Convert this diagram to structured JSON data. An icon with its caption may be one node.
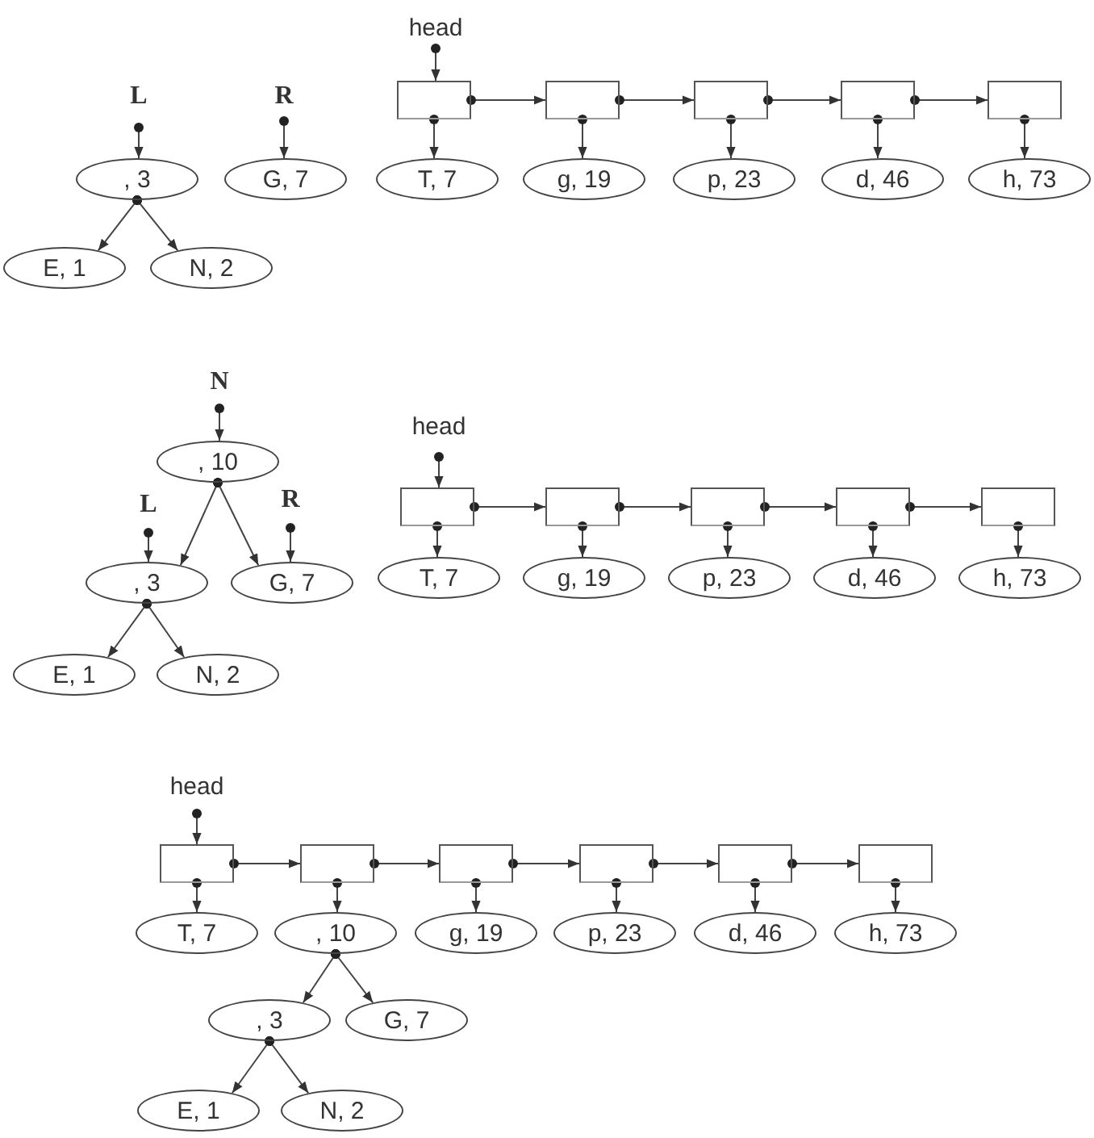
{
  "diagram": {
    "nodes": [
      {
        "text": [
          "L"
        ]
      },
      {
        "text": [
          ", 3"
        ]
      },
      {
        "text": [
          "E, 1"
        ]
      },
      {
        "text": [
          "N, 2"
        ]
      },
      {
        "text": [
          "R"
        ]
      },
      {
        "text": [
          "G, 7"
        ]
      },
      {
        "text": [
          "head"
        ]
      },
      {
        "text": [],
        "shape": "box"
      },
      {
        "text": [],
        "shape": "box"
      },
      {
        "text": [],
        "shape": "box"
      },
      {
        "text": [],
        "shape": "box"
      },
      {
        "text": [],
        "shape": "box"
      },
      {
        "text": [
          "T, 7"
        ]
      },
      {
        "text": [
          "g, 19"
        ]
      },
      {
        "text": [
          "p, 23"
        ]
      },
      {
        "text": [
          "d, 46"
        ]
      },
      {
        "text": [
          "h, 73"
        ]
      },
      {
        "text": [
          "N"
        ]
      },
      {
        "text": [
          ", 10"
        ]
      },
      {
        "text": [
          "L"
        ]
      },
      {
        "text": [
          ", 3"
        ]
      },
      {
        "text": [
          "E, 1"
        ]
      },
      {
        "text": [
          "N, 2"
        ]
      },
      {
        "text": [
          "R"
        ]
      },
      {
        "text": [
          "G, 7"
        ]
      },
      {
        "text": [
          "head"
        ]
      },
      {
        "text": [],
        "shape": "box"
      },
      {
        "text": [],
        "shape": "box"
      },
      {
        "text": [],
        "shape": "box"
      },
      {
        "text": [],
        "shape": "box"
      },
      {
        "text": [],
        "shape": "box"
      },
      {
        "text": [
          "T, 7"
        ]
      },
      {
        "text": [
          "g, 19"
        ]
      },
      {
        "text": [
          "p, 23"
        ]
      },
      {
        "text": [
          "d, 46"
        ]
      },
      {
        "text": [
          "h, 73"
        ]
      },
      {
        "text": [
          "head"
        ]
      },
      {
        "text": [],
        "shape": "box"
      },
      {
        "text": [],
        "shape": "box"
      },
      {
        "text": [],
        "shape": "box"
      },
      {
        "text": [],
        "shape": "box"
      },
      {
        "text": [],
        "shape": "box"
      },
      {
        "text": [],
        "shape": "box"
      },
      {
        "text": [
          "T, 7"
        ]
      },
      {
        "text": [
          ", 10"
        ]
      },
      {
        "text": [
          "g, 19"
        ]
      },
      {
        "text": [
          "p, 23"
        ]
      },
      {
        "text": [
          "d, 46"
        ]
      },
      {
        "text": [
          "h, 73"
        ]
      },
      {
        "text": [
          ", 3"
        ]
      },
      {
        "text": [
          "G, 7"
        ]
      },
      {
        "text": [
          "E, 1"
        ]
      },
      {
        "text": [
          "N, 2"
        ]
      }
    ],
    "edges": [
      {
        "from": 0,
        "to": 1,
        "arrow": "to"
      },
      {
        "from": 1,
        "to": 2,
        "arrow": "to"
      },
      {
        "from": 1,
        "to": 3,
        "arrow": "to"
      },
      {
        "from": 4,
        "to": 5,
        "arrow": "to"
      },
      {
        "from": 6,
        "to": 7,
        "arrow": "to"
      },
      {
        "from": 7,
        "to": 8,
        "arrow": "to"
      },
      {
        "from": 8,
        "to": 9,
        "arrow": "to"
      },
      {
        "from": 9,
        "to": 10,
        "arrow": "to"
      },
      {
        "from": 10,
        "to": 11,
        "arrow": "to"
      },
      {
        "from": 7,
        "to": 12,
        "arrow": "to"
      },
      {
        "from": 8,
        "to": 13,
        "arrow": "to"
      },
      {
        "from": 9,
        "to": 14,
        "arrow": "to"
      },
      {
        "from": 10,
        "to": 15,
        "arrow": "to"
      },
      {
        "from": 11,
        "to": 16,
        "arrow": "to"
      },
      {
        "from": 17,
        "to": 18,
        "arrow": "to"
      },
      {
        "from": 18,
        "to": 20,
        "arrow": "to"
      },
      {
        "from": 18,
        "to": 24,
        "arrow": "to"
      },
      {
        "from": 19,
        "to": 20,
        "arrow": "to"
      },
      {
        "from": 23,
        "to": 24,
        "arrow": "to"
      },
      {
        "from": 20,
        "to": 21,
        "arrow": "to"
      },
      {
        "from": 20,
        "to": 22,
        "arrow": "to"
      },
      {
        "from": 25,
        "to": 26,
        "arrow": "to"
      },
      {
        "from": 26,
        "to": 27,
        "arrow": "to"
      },
      {
        "from": 27,
        "to": 28,
        "arrow": "to"
      },
      {
        "from": 28,
        "to": 29,
        "arrow": "to"
      },
      {
        "from": 29,
        "to": 30,
        "arrow": "to"
      },
      {
        "from": 26,
        "to": 31,
        "arrow": "to"
      },
      {
        "from": 27,
        "to": 32,
        "arrow": "to"
      },
      {
        "from": 28,
        "to": 33,
        "arrow": "to"
      },
      {
        "from": 29,
        "to": 34,
        "arrow": "to"
      },
      {
        "from": 30,
        "to": 35,
        "arrow": "to"
      },
      {
        "from": 36,
        "to": 37,
        "arrow": "to"
      },
      {
        "from": 37,
        "to": 38,
        "arrow": "to"
      },
      {
        "from": 38,
        "to": 39,
        "arrow": "to"
      },
      {
        "from": 39,
        "to": 40,
        "arrow": "to"
      },
      {
        "from": 40,
        "to": 41,
        "arrow": "to"
      },
      {
        "from": 41,
        "to": 42,
        "arrow": "to"
      },
      {
        "from": 37,
        "to": 43,
        "arrow": "to"
      },
      {
        "from": 38,
        "to": 44,
        "arrow": "to"
      },
      {
        "from": 39,
        "to": 45,
        "arrow": "to"
      },
      {
        "from": 40,
        "to": 46,
        "arrow": "to"
      },
      {
        "from": 41,
        "to": 47,
        "arrow": "to"
      },
      {
        "from": 42,
        "to": 48,
        "arrow": "to"
      },
      {
        "from": 44,
        "to": 49,
        "arrow": "to"
      },
      {
        "from": 44,
        "to": 50,
        "arrow": "to"
      },
      {
        "from": 49,
        "to": 51,
        "arrow": "to"
      },
      {
        "from": 49,
        "to": 52,
        "arrow": "to"
      }
    ]
  }
}
